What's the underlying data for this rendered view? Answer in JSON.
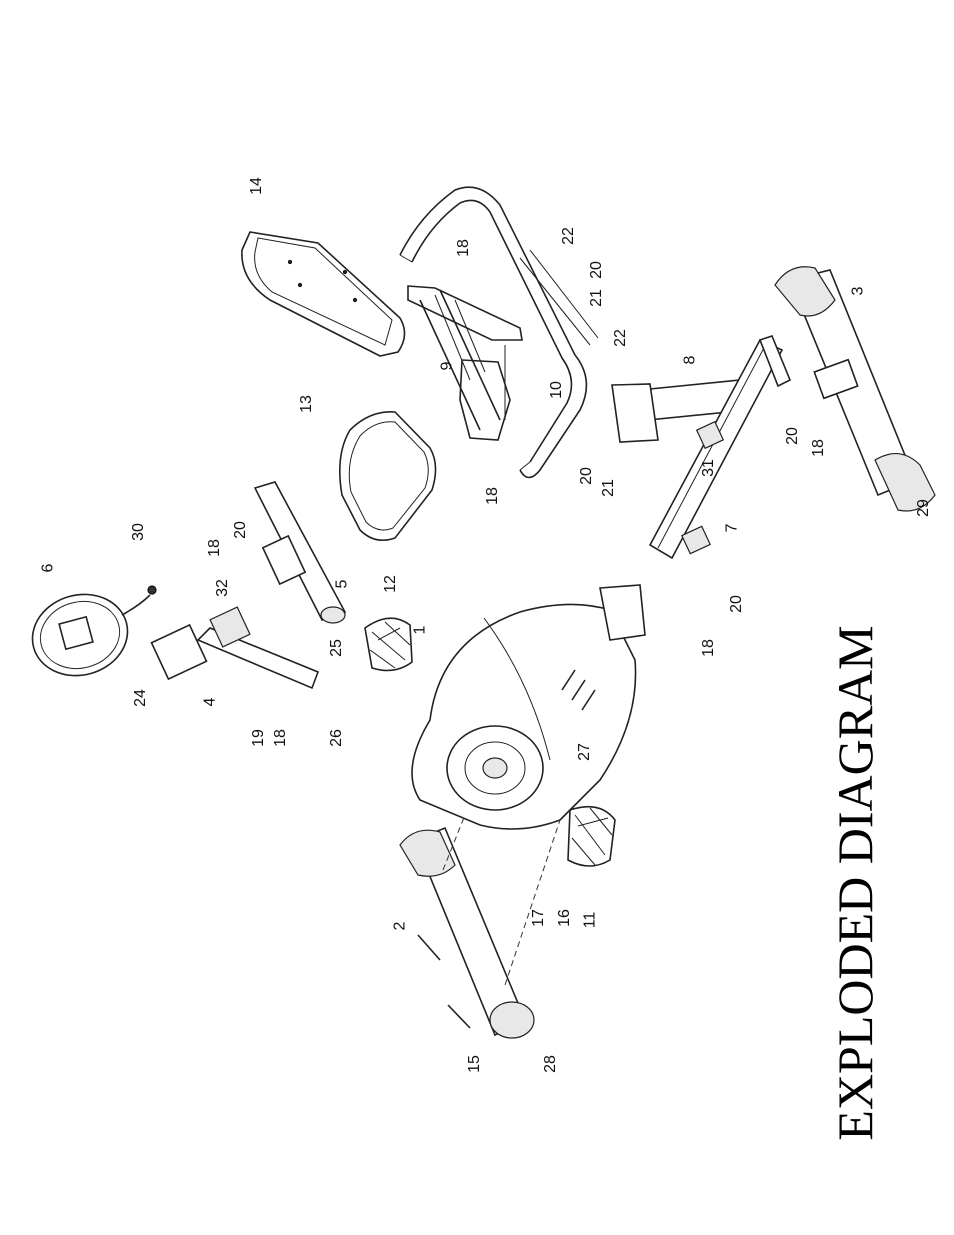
{
  "title": "EXPLODED DIAGRAM",
  "callouts": [
    "14",
    "22",
    "18",
    "20",
    "21",
    "9",
    "10",
    "13",
    "8",
    "22",
    "31",
    "20",
    "21",
    "18",
    "7",
    "3",
    "20",
    "18",
    "29",
    "6",
    "30",
    "18",
    "20",
    "32",
    "5",
    "12",
    "1",
    "24",
    "4",
    "19",
    "18",
    "25",
    "26",
    "27",
    "20",
    "18",
    "2",
    "17",
    "16",
    "11",
    "15",
    "28"
  ]
}
